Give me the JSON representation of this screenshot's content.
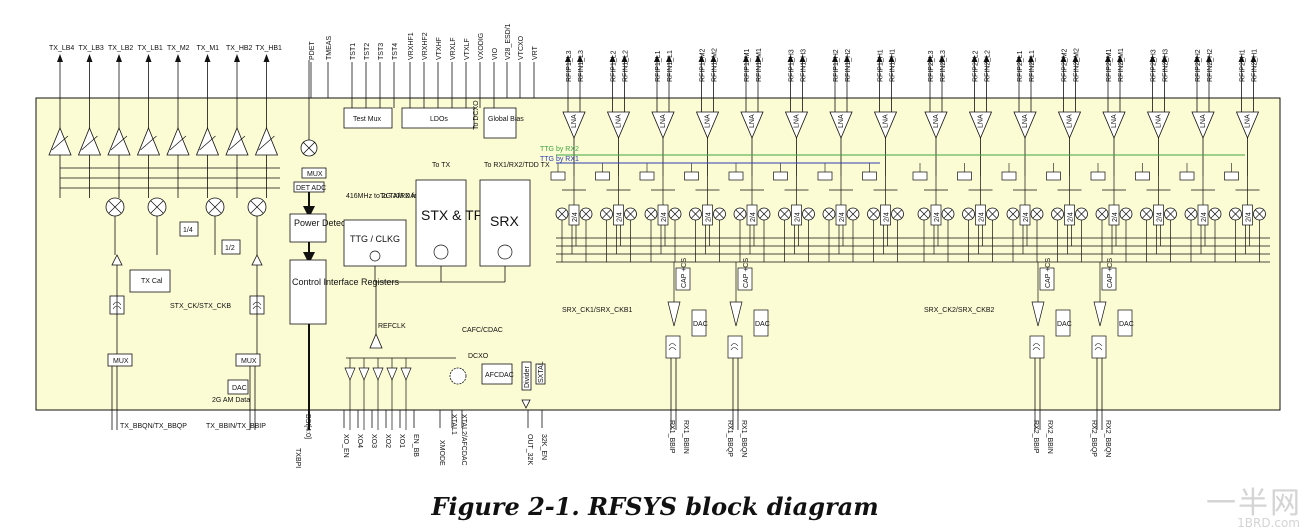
{
  "caption": "Figure 2-1. RFSYS block diagram",
  "watermark": "一半网",
  "watermark_url": "1BRD.com",
  "colors": {
    "chip_fill": "#fbfbd4",
    "ttg_rx2": "#3fa63f",
    "ttg_rx1": "#2f3fb0",
    "line": "#111111"
  },
  "tx_outputs": [
    "TX_LB4",
    "TX_LB3",
    "TX_LB2",
    "TX_LB1",
    "TX_M2",
    "TX_M1",
    "TX_HB2",
    "TX_HB1"
  ],
  "top_pins": [
    "PDET",
    "TMEAS",
    "TST1",
    "TST2",
    "TST3",
    "TST4",
    "VRXHF1",
    "VRXHF2",
    "VTXHF",
    "VRXLF",
    "VTXLF",
    "VXODIG",
    "VIO",
    "V28_ESD/1",
    "VTCXO",
    "VRT"
  ],
  "rx1_inputs": [
    "RFIN1_L3",
    "RFIN1_L2",
    "RFIN1_L1",
    "RFIN1_M2",
    "RFIN1_M1",
    "RFIN1_H3",
    "RFIN1_H2",
    "RFIN1_H1"
  ],
  "rx1_inputs_p": [
    "RFIP1_L3",
    "RFIP1_L2",
    "RFIP1_L1",
    "RFIP1_M2",
    "RFIP1_M1",
    "RFIP1_H3",
    "RFIP1_H2",
    "RFIP1_H1"
  ],
  "rx2_inputs": [
    "RFIN2_L3",
    "RFIN2_L2",
    "RFIN2_L1",
    "RFIN2_M2",
    "RFIN2_M1",
    "RFIN2_H3",
    "RFIN2_H2",
    "RFIN2_H1"
  ],
  "rx2_inputs_p": [
    "RFIP2_L3",
    "RFIP2_L2",
    "RFIP2_L1",
    "RFIP2_M2",
    "RFIP2_M1",
    "RFIP2_H3",
    "RFIP2_H2",
    "RFIP2_H1"
  ],
  "blocks": {
    "test_mux": "Test Mux",
    "ldos": "LDOs",
    "global_bias": "Global Bias",
    "to_dcxo": "To DCXO",
    "det_adc": "DET ADC",
    "mux": "MUX",
    "power_detector": "Power Detector",
    "control_interface": "Control Interface Registers",
    "ttg_clkg": "TTG / CLKG",
    "stx_tpm": "STX & TPM",
    "srx": "SRX",
    "to_tx": "To TX",
    "to_rx": "To RX1/RX2/TDD TX",
    "clk_416": "416MHz to 2G AM DAC",
    "to_txrx": "To TX/RX for IQ Cal",
    "tx_cal": "TX Cal",
    "stx_ck": "STX_CK/STX_CKB",
    "dac_2g": "DAC",
    "dac_2g_sub": "2G AM Data",
    "refclk": "REFCLK",
    "afc_cdac": "CAFC/CDAC",
    "dcxo": "DCXO",
    "afcdac": "AFCDAC",
    "divider": "Divider",
    "sxtal": "SXTAL",
    "ttg_rx2": "TTG by RX2",
    "ttg_rx1": "TTG by RX1",
    "srx_ck1": "SRX_CK1/SRX_CKB1",
    "srx_ck2": "SRX_CK2/SRX_CKB2",
    "lna": "LNA",
    "div24": "2/4",
    "div14": "1/4",
    "div12": "1/2",
    "dac": "DAC",
    "cap_cs": "CAP +CS"
  },
  "bottom_pins": {
    "tx_bbqn": "TX_BBQN/TX_BBQP",
    "tx_bbin": "TX_BBIN/TX_BBIP",
    "bsi": "BSI[4:0]",
    "txbpi": "TXBPI",
    "xo_en": "XO_EN",
    "xo4": "XO4",
    "xo3": "XO3",
    "xo2": "XO2",
    "xo1": "XO1",
    "en_bb": "EN_BB",
    "xmode": "XMODE",
    "xtal1": "XTAL1",
    "xtal2": "XTAL2/AFCDAC",
    "out32k": "OUT_32K",
    "en32k": "32K_EN",
    "rx1_bbip": "RX1_BBIP",
    "rx1_bbin": "RX1_BBIN",
    "rx1_bbqp": "RX1_BBQP",
    "rx1_bbqn": "RX1_BBQN",
    "rx2_bbip": "RX2_BBIP",
    "rx2_bbin": "RX2_BBIN",
    "rx2_bbqp": "RX2_BBQP",
    "rx2_bbqn": "RX2_BBQN"
  }
}
